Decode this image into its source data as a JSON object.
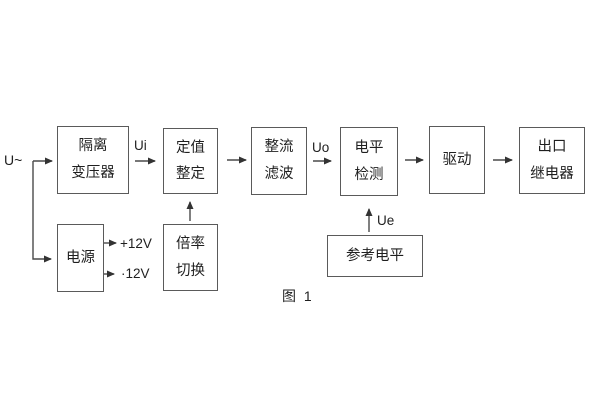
{
  "figure": {
    "caption": "图 1"
  },
  "labels": {
    "input": "U~",
    "ui": "Ui",
    "uo": "Uo",
    "ue": "Ue",
    "plus12v": "+12V",
    "minus12v": "·12V"
  },
  "blocks": {
    "isolation_transformer": {
      "line1": "隔离",
      "line2": "变压器"
    },
    "setpoint_setting": {
      "line1": "定值",
      "line2": "整定"
    },
    "rectifier_filter": {
      "line1": "整流",
      "line2": "滤波"
    },
    "level_detection": {
      "line1": "电平",
      "line2": "检测"
    },
    "drive": {
      "line1": "驱动"
    },
    "output_relay": {
      "line1": "出口",
      "line2": "继电器"
    },
    "power_supply": {
      "line1": "电源"
    },
    "multiplier_switch": {
      "line1": "倍率",
      "line2": "切换"
    },
    "reference_level": {
      "line1": "参考电平"
    }
  },
  "colors": {
    "line": "#4a4a4a",
    "border": "#5a5a5a",
    "text": "#1f1f1f",
    "background": "#ffffff"
  }
}
